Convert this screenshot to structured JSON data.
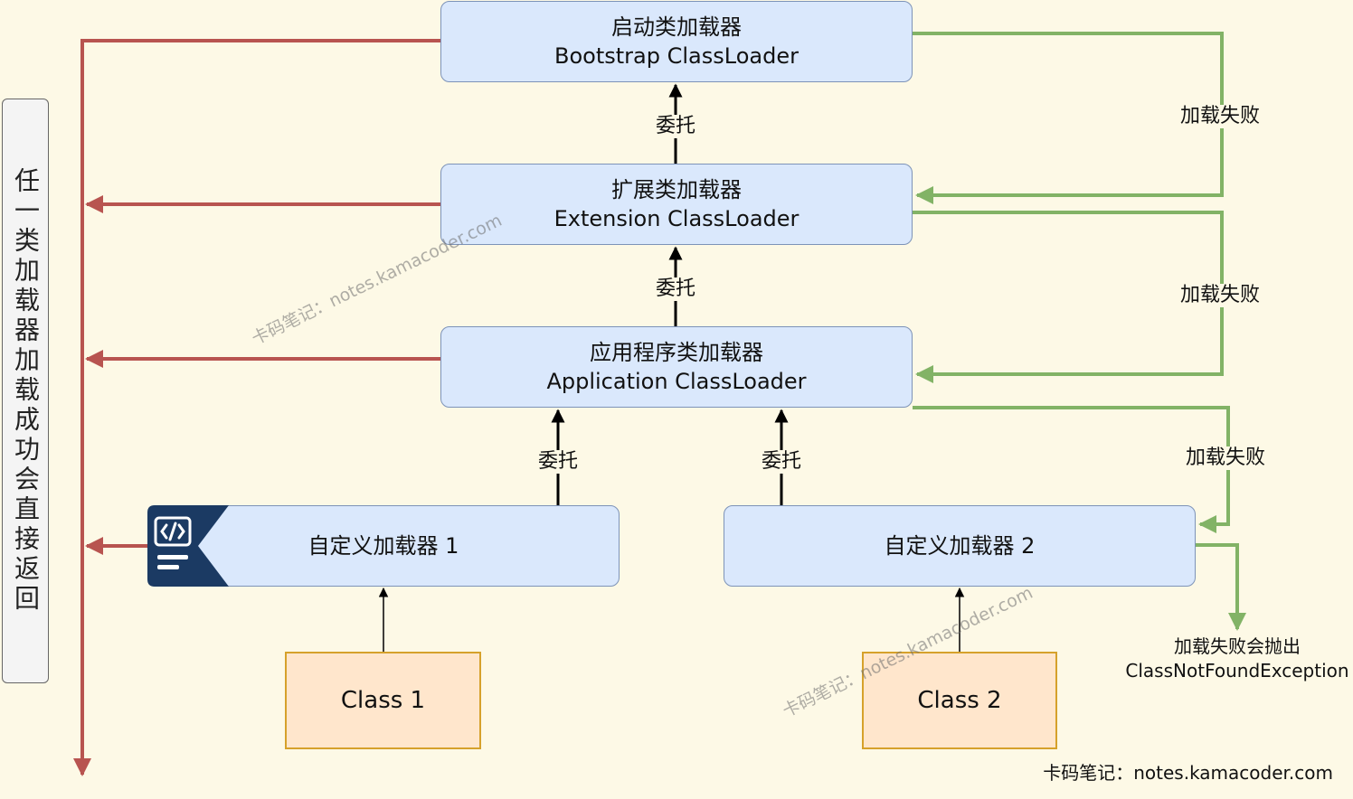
{
  "loaders": {
    "bootstrap": {
      "cn": "启动类加载器",
      "en": "Bootstrap ClassLoader"
    },
    "extension": {
      "cn": "扩展类加载器",
      "en": "Extension ClassLoader"
    },
    "application": {
      "cn": "应用程序类加载器",
      "en": "Application ClassLoader"
    },
    "custom1": "自定义加载器 1",
    "custom2": "自定义加载器 2"
  },
  "classes": {
    "class1": "Class 1",
    "class2": "Class 2"
  },
  "edges": {
    "delegate": "委托",
    "fail": "加载失败"
  },
  "side_label": "任一类加载器加载成功会直接返回",
  "exception_note": {
    "line1": "加载失败会抛出",
    "line2": "ClassNotFoundException"
  },
  "watermark": "卡码笔记：notes.kamacoder.com",
  "footer": "卡码笔记：notes.kamacoder.com",
  "colors": {
    "success": "#b85450",
    "fail": "#82b366",
    "delegate": "#000000",
    "node": "#dae8fc",
    "class": "#ffe6cc",
    "logo": "#1b3a63"
  }
}
